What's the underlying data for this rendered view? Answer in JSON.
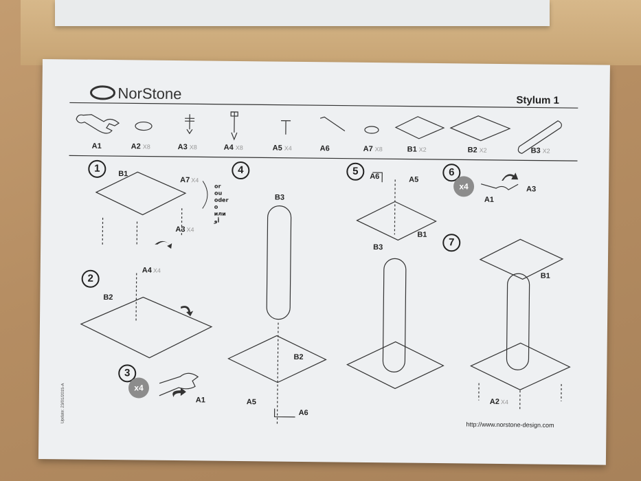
{
  "header": {
    "brand": "NorStone",
    "model": "Stylum 1"
  },
  "parts": [
    {
      "id": "A1",
      "qty": ""
    },
    {
      "id": "A2",
      "qty": "X8"
    },
    {
      "id": "A3",
      "qty": "X8"
    },
    {
      "id": "A4",
      "qty": "X8"
    },
    {
      "id": "A5",
      "qty": "X4"
    },
    {
      "id": "A6",
      "qty": ""
    },
    {
      "id": "A7",
      "qty": "X8"
    },
    {
      "id": "B1",
      "qty": "X2"
    },
    {
      "id": "B2",
      "qty": "X2"
    },
    {
      "id": "B3",
      "qty": "X2"
    }
  ],
  "steps": [
    "1",
    "2",
    "3",
    "4",
    "5",
    "6",
    "7"
  ],
  "multiplier": "x4",
  "step1": {
    "b1": "B1",
    "a7": "A7",
    "a7_qty": "X4",
    "a3": "A3",
    "a3_qty": "X4",
    "languages": [
      "or",
      "ou",
      "oder",
      "o",
      "или",
      "أو"
    ]
  },
  "step2": {
    "a4": "A4",
    "a4_qty": "X4",
    "b2": "B2"
  },
  "step3": {
    "a1": "A1"
  },
  "step4": {
    "b3": "B3",
    "b2": "B2",
    "a5": "A5",
    "a6": "A6"
  },
  "step5": {
    "a6": "A6",
    "a5": "A5",
    "b1": "B1",
    "b3": "B3"
  },
  "step6": {
    "a1": "A1",
    "a3": "A3"
  },
  "step7": {
    "b1": "B1",
    "a2": "A2",
    "a2_qty": "X4"
  },
  "footer": {
    "url": "http://www.norstone-design.com",
    "update": "Update: 23/01/2015-A"
  }
}
